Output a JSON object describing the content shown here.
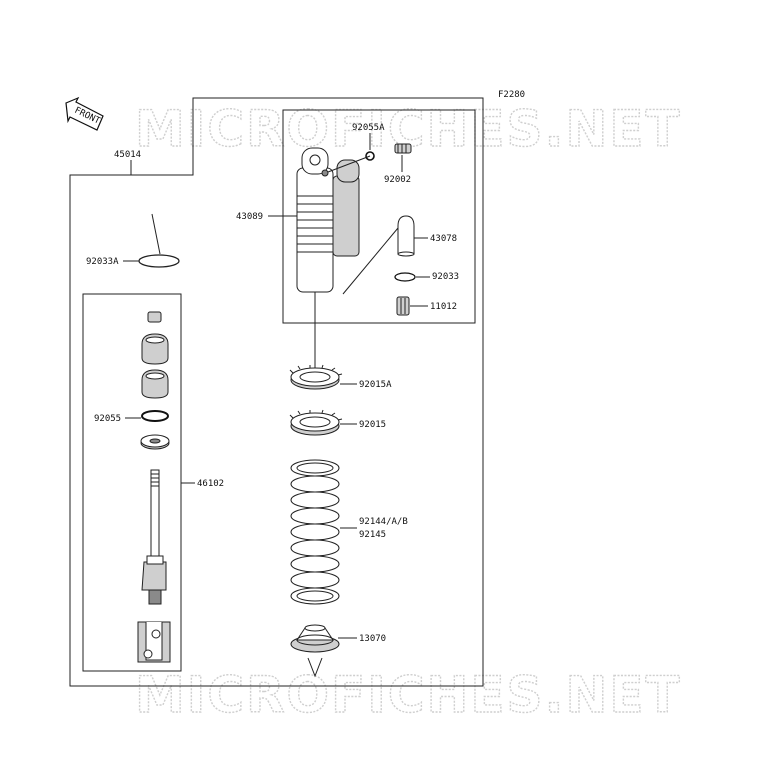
{
  "diagram_code": "F2280",
  "watermark": "MICROFICHES.NET",
  "front_label": "FRONT",
  "parts": {
    "p45014": "45014",
    "p92033A": "92033A",
    "p92055A": "92055A",
    "p92002": "92002",
    "p43089": "43089",
    "p43078": "43078",
    "p92033": "92033",
    "p11012": "11012",
    "p92015A": "92015A",
    "p92015": "92015",
    "p92055": "92055",
    "p46102": "46102",
    "p92144": "92144/A/B",
    "p92145": "92145",
    "p13070": "13070"
  }
}
